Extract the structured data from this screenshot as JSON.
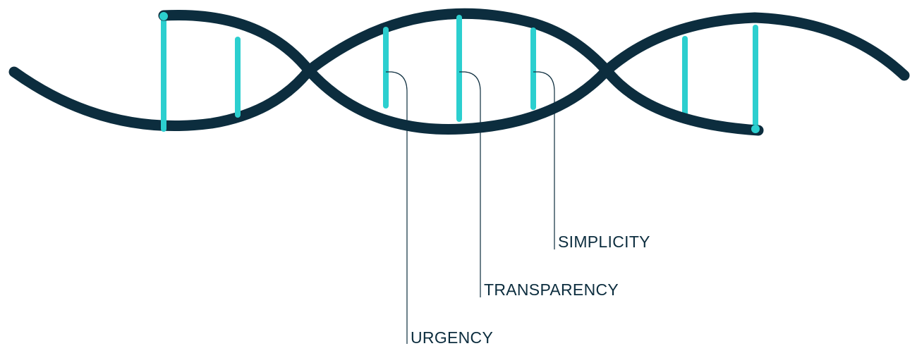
{
  "colors": {
    "strand": "#0c2d3e",
    "rung": "#2ccfcf",
    "label": "#0c2d3e",
    "leader": "#0c2d3e"
  },
  "labels": {
    "urgency": "URGENCY",
    "transparency": "TRANSPARENCY",
    "simplicity": "SIMPLICITY"
  }
}
